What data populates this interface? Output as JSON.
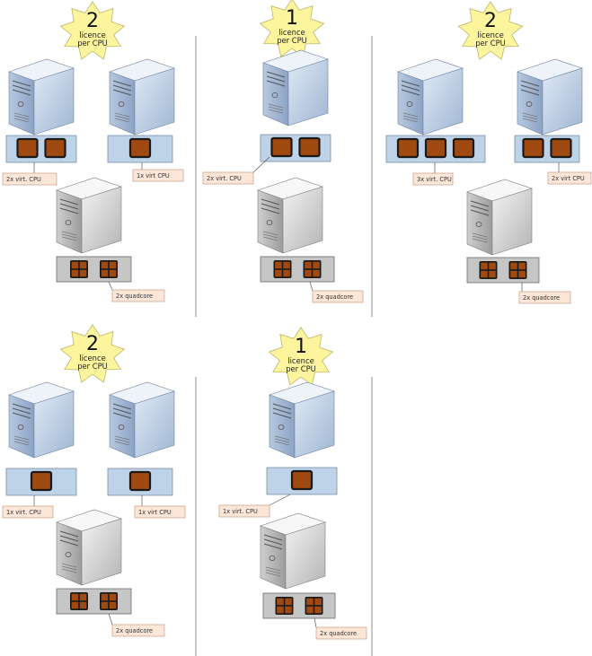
{
  "colors": {
    "star_fill": "#fdf49e",
    "star_stroke": "#bdb56a",
    "vm_bar": "#bed2e8",
    "host_bar": "#c6c6c6",
    "cpu_chip": "#a04a12",
    "label_bg": "#fbe6d8",
    "label_border": "#c89b82",
    "divider": "#8c8c8c"
  },
  "icons": {
    "virtual_server": "blue-tower-server-icon",
    "physical_host": "gray-tower-server-icon",
    "licence_badge": "star-burst-icon",
    "virtual_cpu": "single-core-chip-icon",
    "physical_cpu": "quadcore-chip-icon"
  },
  "scenarios": [
    {
      "badge": {
        "count": "2",
        "line1": "licence",
        "line2": "per CPU"
      },
      "vms": [
        {
          "virtual_cpus": 2,
          "label": "2x virt. CPU"
        },
        {
          "virtual_cpus": 1,
          "label": "1x virt CPU"
        }
      ],
      "host": {
        "quadcores": 2,
        "label": "2x quadcore"
      }
    },
    {
      "badge": {
        "count": "1",
        "line1": "licence",
        "line2": "per CPU"
      },
      "vms": [
        {
          "virtual_cpus": 2,
          "label": "2x virt. CPU"
        }
      ],
      "host": {
        "quadcores": 2,
        "label": "2x quadcore"
      }
    },
    {
      "badge": {
        "count": "2",
        "line1": "licence",
        "line2": "per CPU"
      },
      "vms": [
        {
          "virtual_cpus": 3,
          "label": "3x virt. CPU"
        },
        {
          "virtual_cpus": 2,
          "label": "2x virt CPU"
        }
      ],
      "host": {
        "quadcores": 2,
        "label": "2x quadcore"
      }
    },
    {
      "badge": {
        "count": "2",
        "line1": "licence",
        "line2": "per CPU"
      },
      "vms": [
        {
          "virtual_cpus": 1,
          "label": "1x virt. CPU"
        },
        {
          "virtual_cpus": 1,
          "label": "1x virt CPU"
        }
      ],
      "host": {
        "quadcores": 2,
        "label": "2x quadcore"
      }
    },
    {
      "badge": {
        "count": "1",
        "line1": "licence",
        "line2": "per CPU"
      },
      "vms": [
        {
          "virtual_cpus": 1,
          "label": "1x virt. CPU"
        }
      ],
      "host": {
        "quadcores": 2,
        "label": "2x quadcore"
      }
    }
  ]
}
